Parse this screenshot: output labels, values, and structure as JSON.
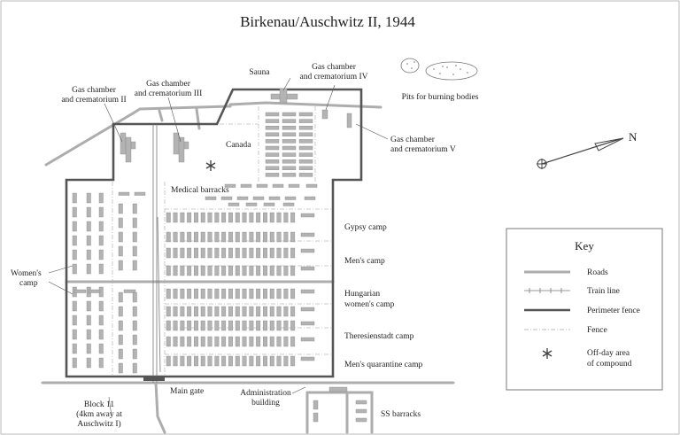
{
  "title": "Birkenau/Auschwitz II, 1944",
  "labels": {
    "gc2_l1": "Gas chamber",
    "gc2_l2": "and crematorium II",
    "gc3_l1": "Gas chamber",
    "gc3_l2": "and crematorium III",
    "sauna": "Sauna",
    "gc4_l1": "Gas chamber",
    "gc4_l2": "and crematorium IV",
    "pits": "Pits for burning bodies",
    "canada": "Canada",
    "gc5_l1": "Gas chamber",
    "gc5_l2": "and crematorium V",
    "medical": "Medical barracks",
    "gypsy": "Gypsy camp",
    "mens": "Men's camp",
    "hung_l1": "Hungarian",
    "hung_l2": "women's camp",
    "ther": "Theresienstadt camp",
    "quar": "Men's quarantine camp",
    "women_l1": "Women's",
    "women_l2": "camp",
    "main_gate": "Main gate",
    "admin_l1": "Administration",
    "admin_l2": "building",
    "ss": "SS barracks",
    "block_l1": "Block 11",
    "block_l2": "(4km away at",
    "block_l3": "Auschwitz I)",
    "north": "N"
  },
  "key": {
    "title": "Key",
    "items": [
      {
        "symbol": "roads",
        "label": "Roads"
      },
      {
        "symbol": "train-line",
        "label": "Train line"
      },
      {
        "symbol": "perimeter-fence",
        "label": "Perimeter fence"
      },
      {
        "symbol": "fence",
        "label": "Fence"
      },
      {
        "symbol": "asterisk",
        "label": "Off-day area",
        "label2": "of compound"
      }
    ]
  },
  "colors": {
    "road": "#adadad",
    "perimeter": "#555555",
    "fence": "#bcbcbc",
    "building": "#b3b3b3",
    "text": "#222222"
  },
  "icons": {
    "compass": "north-arrow-icon",
    "offday": "asterisk-icon"
  }
}
